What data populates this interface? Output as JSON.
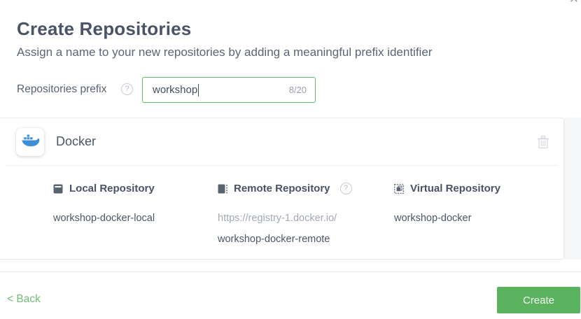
{
  "colors": {
    "accent_green": "#5cb35f",
    "link_green": "#72be75",
    "input_border_green": "#66b76b",
    "docker_blue": "#3e8fd6",
    "text_dark": "#4b5366",
    "text_muted": "#9ba1ac",
    "icon_slate": "#59626f"
  },
  "icons": {
    "close": "✕",
    "help": "?"
  },
  "dialog": {
    "title": "Create Repositories",
    "subtitle": "Assign a name to your new repositories by adding a meaningful prefix identifier",
    "prefix": {
      "label": "Repositories prefix",
      "value": "workshop",
      "counter": "8/20"
    },
    "package": {
      "name": "Docker",
      "repos": [
        {
          "type": "Local Repository",
          "lines": [
            {
              "text": "workshop-docker-local",
              "muted": false
            }
          ]
        },
        {
          "type": "Remote Repository",
          "lines": [
            {
              "text": "https://registry-1.docker.io/",
              "muted": true
            },
            {
              "text": "workshop-docker-remote",
              "muted": false
            }
          ]
        },
        {
          "type": "Virtual Repository",
          "lines": [
            {
              "text": "workshop-docker",
              "muted": false
            }
          ]
        }
      ]
    },
    "footer": {
      "back_label": "< Back",
      "create_label": "Create"
    }
  }
}
